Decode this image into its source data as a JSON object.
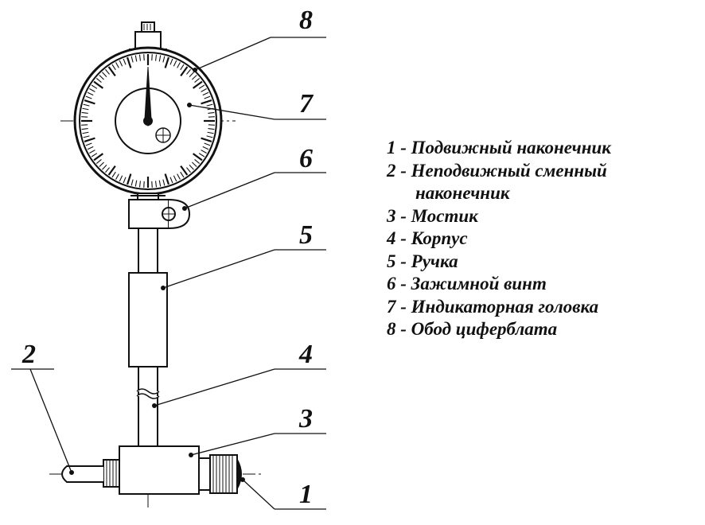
{
  "callouts": [
    {
      "id": "8",
      "label": "8"
    },
    {
      "id": "7",
      "label": "7"
    },
    {
      "id": "6",
      "label": "6"
    },
    {
      "id": "5",
      "label": "5"
    },
    {
      "id": "4",
      "label": "4"
    },
    {
      "id": "3",
      "label": "3"
    },
    {
      "id": "2",
      "label": "2"
    },
    {
      "id": "1",
      "label": "1"
    }
  ],
  "legend": [
    "1 - Подвижный наконечник",
    "2 - Неподвижный сменный",
    "наконечник",
    "3 - Мостик",
    "4 - Корпус",
    "5 - Ручка",
    "6 - Зажимной винт",
    "7 -  Индикаторная головка",
    "8 - Обод циферблата"
  ],
  "colors": {
    "ink": "#111111",
    "background": "#ffffff"
  }
}
